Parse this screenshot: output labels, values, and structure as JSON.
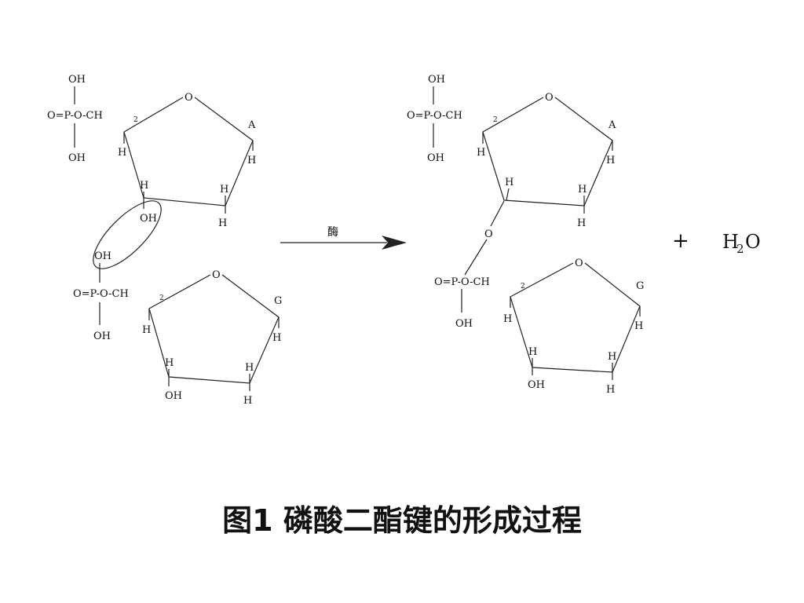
{
  "labels": {
    "oh": "OH",
    "o": "O",
    "h": "H",
    "p": "P",
    "phosphate_left": "O=P-O-CH",
    "sub2": "2",
    "base_a": "A",
    "base_g": "G"
  },
  "arrow_label": "酶",
  "plus": "+",
  "water_h": "H",
  "water_sub": "2",
  "water_o": "O",
  "caption": "图1  磷酸二酯键的形成过程"
}
